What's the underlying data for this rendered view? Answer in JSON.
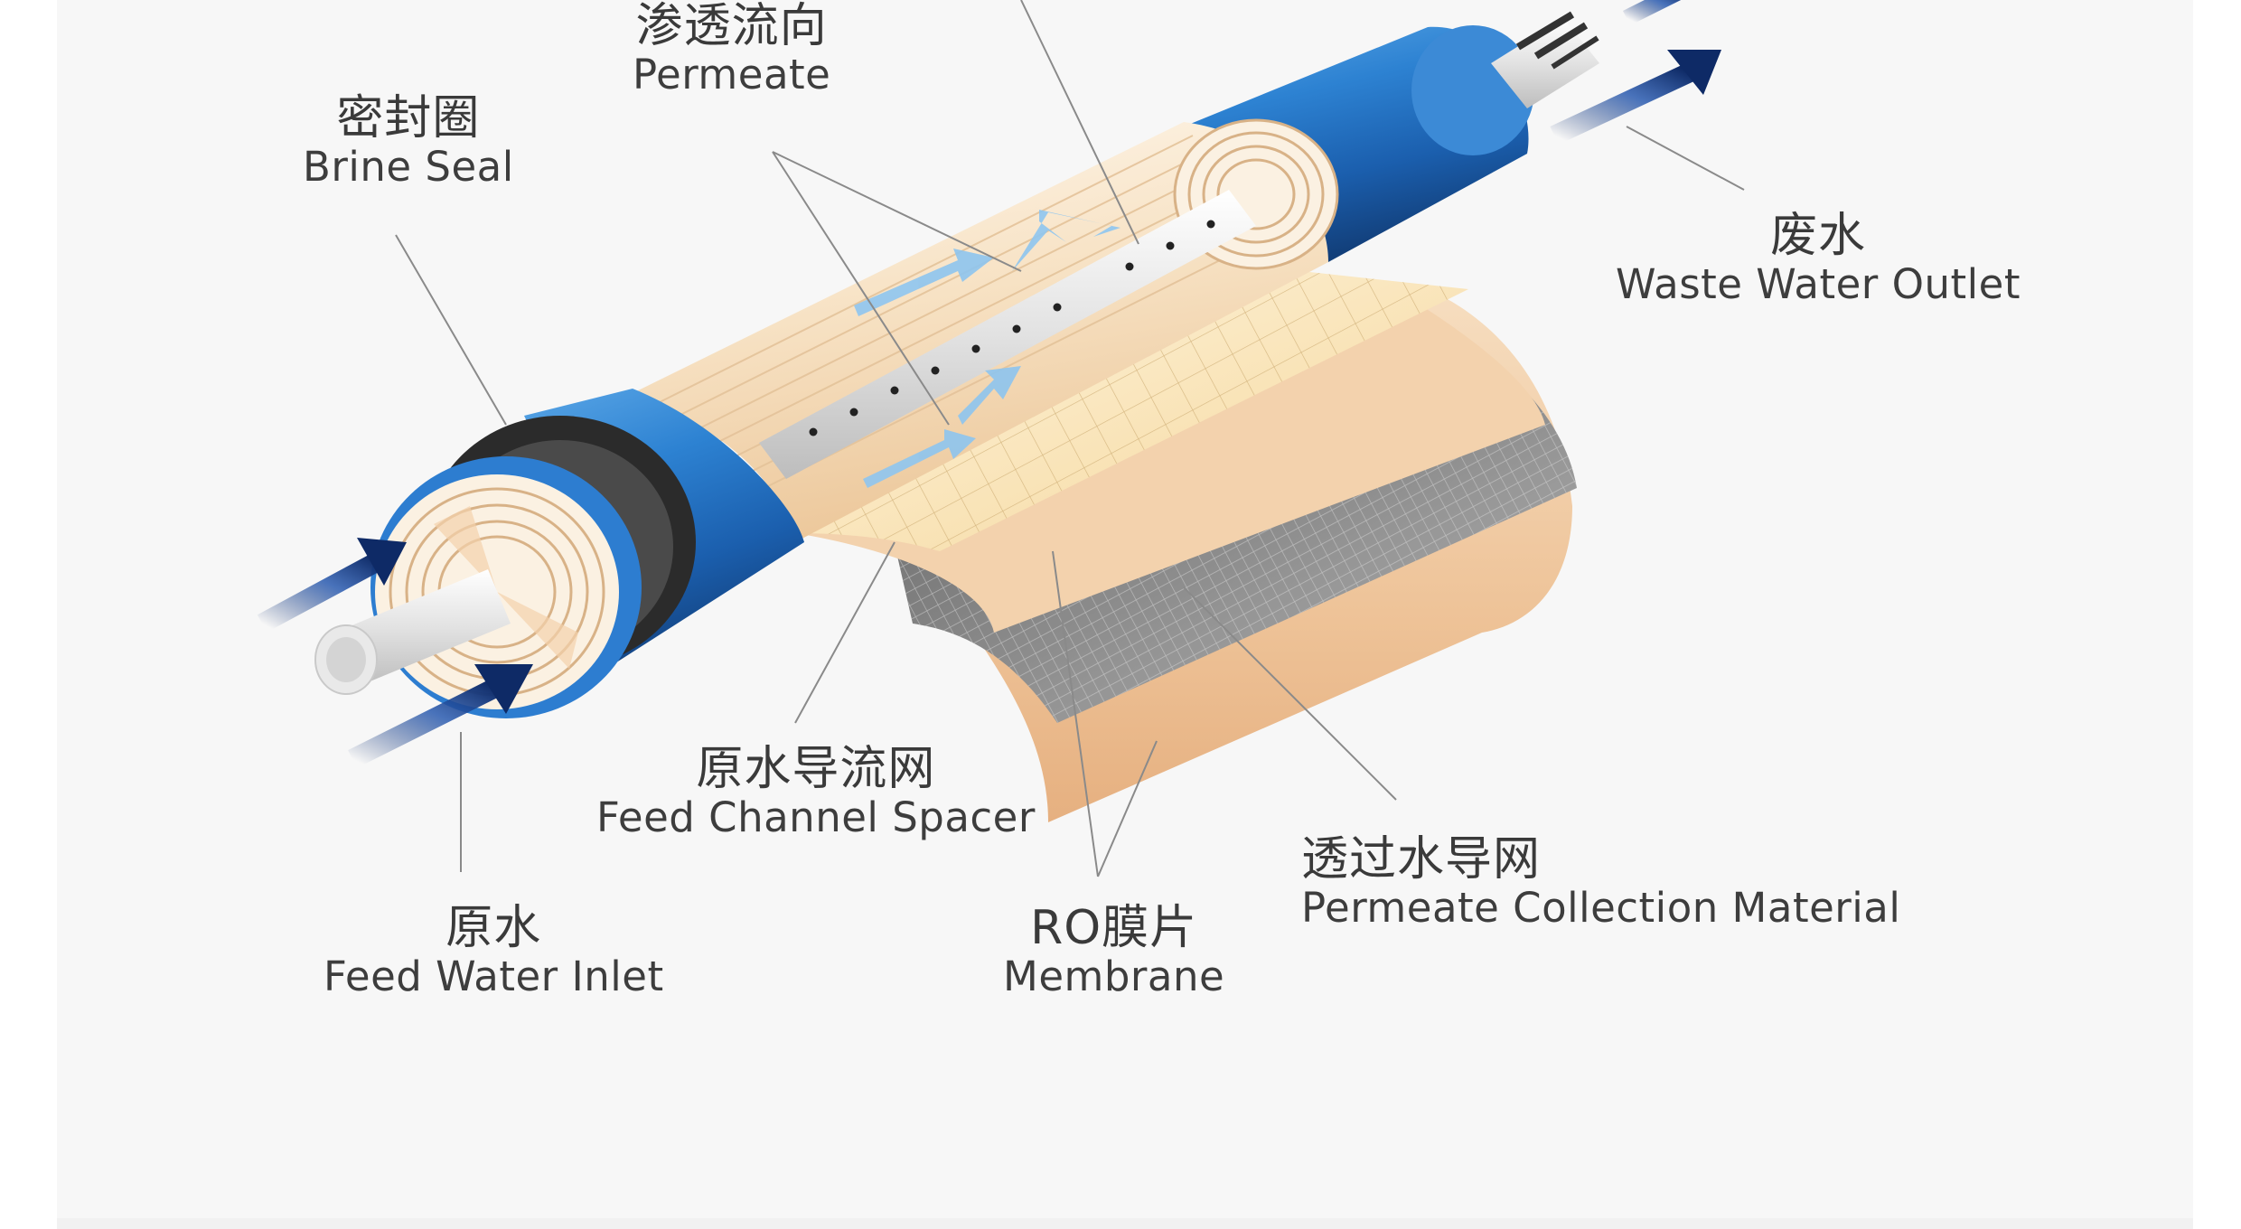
{
  "labels": {
    "permeate": {
      "zh": "渗透流向",
      "en": "Permeate"
    },
    "brine_seal": {
      "zh": "密封圈",
      "en": "Brine Seal"
    },
    "waste_water": {
      "zh": "废水",
      "en": "Waste Water Outlet"
    },
    "feed_channel_spacer": {
      "zh": "原水导流网",
      "en": "Feed Channel Spacer"
    },
    "permeate_collection": {
      "zh": "透过水导网",
      "en": "Permeate Collection Material"
    },
    "feed_water": {
      "zh": "原水",
      "en": "Feed Water Inlet"
    },
    "membrane": {
      "zh": "RO膜片",
      "en": "Membrane"
    }
  },
  "colors": {
    "panel": "#f7f7f7",
    "housing_blue": "#1f6fbf",
    "arrow_navy": "#0e2a66",
    "flow_light_blue": "#8ec5ef",
    "membrane_tan": "#f0c9a1",
    "collection_gray": "#7b7b7b",
    "spacer_yellow": "#f7dca0",
    "seal_black": "#2b2b2b"
  }
}
